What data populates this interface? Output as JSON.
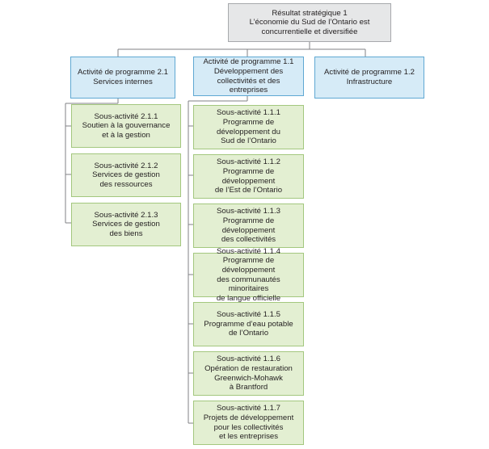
{
  "diagram": {
    "root": {
      "lines": [
        "Résultat stratégique 1",
        "L’économie du Sud de l’Ontario est",
        "concurrentielle et diversifiée"
      ]
    },
    "programs": [
      {
        "lines": [
          "Activité de programme 2.1",
          "Services internes"
        ],
        "subs": [
          {
            "lines": [
              "Sous-activité 2.1.1",
              "Soutien à la gouvernance",
              "et à la gestion"
            ]
          },
          {
            "lines": [
              "Sous-activité 2.1.2",
              "Services de gestion",
              "des ressources"
            ]
          },
          {
            "lines": [
              "Sous-activité 2.1.3",
              "Services de gestion",
              "des biens"
            ]
          }
        ]
      },
      {
        "lines": [
          "Activité de programme 1.1",
          "Développement des",
          "collectivités et des entreprises"
        ],
        "subs": [
          {
            "lines": [
              "Sous-activité 1.1.1",
              "Programme de",
              "développement du",
              "Sud de l’Ontario"
            ]
          },
          {
            "lines": [
              "Sous-activité 1.1.2",
              "Programme de",
              "développement",
              "de l’Est de l’Ontario"
            ]
          },
          {
            "lines": [
              "Sous-activité 1.1.3",
              "Programme de",
              "développement",
              "des collectivités"
            ]
          },
          {
            "lines": [
              "Sous-activité 1.1.4",
              "Programme de développement",
              "des communautés minoritaires",
              "de langue officielle"
            ]
          },
          {
            "lines": [
              "Sous-activité 1.1.5",
              "Programme d’eau potable",
              "de l’Ontario"
            ]
          },
          {
            "lines": [
              "Sous-activité 1.1.6",
              "Opération de restauration",
              "Greenwich-Mohawk",
              "à Brantford"
            ]
          },
          {
            "lines": [
              "Sous-activité 1.1.7",
              "Projets de développement",
              "pour les collectivités",
              "et les entreprises"
            ]
          }
        ]
      },
      {
        "lines": [
          "Activité de programme 1.2",
          "Infrastructure"
        ],
        "subs": []
      }
    ]
  }
}
